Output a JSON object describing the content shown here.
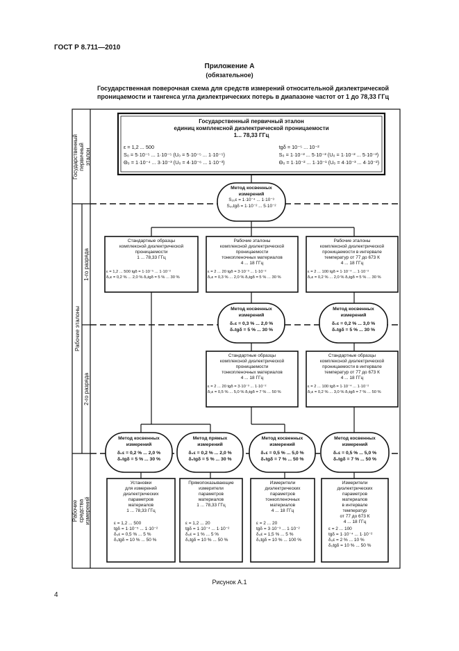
{
  "header": {
    "doc_id": "ГОСТ Р 8.711—2010"
  },
  "appendix": {
    "title": "Приложение А",
    "status": "(обязательное)"
  },
  "scheme_title": {
    "line1": "Государственная поверочная схема для средств измерений относительной диэлектрической",
    "line2": "проницаемости и тангенса угла диэлектрических потерь в диапазоне частот от 1 до 78,33 ГГц"
  },
  "levels": {
    "primary": "Государственный первичный эталон",
    "working": "Рабочие эталоны",
    "rank1": "1-го разряда",
    "rank2": "2-го разряда",
    "instruments": "Рабочие средства измерений"
  },
  "etalon": {
    "title1": "Государственный первичный эталон",
    "title2": "единиц комплексной диэлектрической проницаемости",
    "title3": "1... 78,33 ГГц",
    "row1_left": "ε = 1,2 ... 500",
    "row1_right": "tgδ = 10⁻⁵ ... 10⁻²",
    "row2_left": "S₀ = 5·10⁻⁵ ... 1·10⁻⁵   (U₀ = 5·10⁻⁵ ... 1·10⁻⁵)",
    "row2_right": "S₀ = 1·10⁻² ... 5·10⁻²   (U₀ = 1·10⁻² ... 5·10⁻²)",
    "row3_left": "Θ₀ = 1·10⁻⁴ ... 3·10⁻³   (U₀ = 4·10⁻⁶ ... 1·10⁻³)",
    "row3_right": "Θ₀ = 1·10⁻² ... 1·10⁻¹   (U₀ = 4·10⁻³ ... 4·10⁻²)"
  },
  "method_top": {
    "l1": "Метод косвенных",
    "l2": "измерений",
    "l3": "S₂₀ε = 1·10⁻⁴ ... 1·10⁻³",
    "l4": "S₂₀tgδ = 1·10⁻² ... 5·10⁻²"
  },
  "rank1_boxes": [
    {
      "lines": [
        "Стандартные образцы",
        "комплексной диэлектрической",
        "проницаемости",
        "1 ... 78,33 ГГц"
      ],
      "params": [
        "ε = 1,2 ... 500       tgδ = 1·10⁻⁵ ... 1·10⁻²",
        "δ₀ε = 0,2 % ... 2,0 %   δ₀tgδ = 5 % ... 30 %"
      ]
    },
    {
      "lines": [
        "Рабочие эталоны",
        "комплексной диэлектрической",
        "проницаемости",
        "тонкопленочных материалов",
        "4 ... 18 ГГц"
      ],
      "params": [
        "ε = 2 ... 20        tgδ = 3·10⁻³ ... 1·10⁻²",
        "δ₀ε = 0,3 % ... 2,0 %   δ₀tgδ = 5 % ... 30 %"
      ]
    },
    {
      "lines": [
        "Рабочие эталоны",
        "комплексной диэлектрической",
        "проницаемости в интервале",
        "температур от 77 до 673 К",
        "4 ... 18 ГГц"
      ],
      "params": [
        "ε = 2 ... 100       tgδ = 1·10⁻⁴ ... 1·10⁻²",
        "δ₀ε = 0,2 % ... 2,0 %   δ₀tgδ = 5 % ... 30 %"
      ]
    }
  ],
  "rank1_methods": [
    {
      "l1": "Метод косвенных",
      "l2": "измерений",
      "l3": "δ₀ε = 0,3 % ... 2,0 %",
      "l4": "δ₀tgδ = 5 % ... 30 %"
    },
    {
      "l1": "Метод косвенных",
      "l2": "измерений",
      "l3": "δ₀ε = 0,2 % ... 3,0 %",
      "l4": "δ₀tgδ = 5 % ... 30 %"
    }
  ],
  "rank2_boxes": [
    {
      "lines": [
        "Стандартные образцы",
        "комплексной диэлектрической",
        "проницаемости",
        "тонкопленочных материалов",
        "4 ... 18 ГГц"
      ],
      "params": [
        "ε = 2 ... 20        tgδ = 3·10⁻³ ... 1·10⁻²",
        "δ₀ε = 0,5 % ... 5,0 %   δ₀tgδ = 7 % ... 50 %"
      ]
    },
    {
      "lines": [
        "Стандартные образцы",
        "комплексной диэлектрической",
        "проницаемости в интервале",
        "температур от 77 до 673 К",
        "4 ... 18 ГГц"
      ],
      "params": [
        "ε = 2 ... 100       tgδ = 1·10⁻⁴ ... 1·10⁻²",
        "δ₀ε = 0,2 % ... 3,0 %   δ₀tgδ = 7 % ... 50 %"
      ]
    }
  ],
  "instr_methods": [
    {
      "l1": "Метод косвенных",
      "l2": "измерений",
      "l3": "δ₀ε = 0,2 % ... 2,0 %",
      "l4": "δ₀tgδ = 5 % ... 30 %"
    },
    {
      "l1": "Метод прямых",
      "l2": "измерений",
      "l3": "δ₀ε = 0,2 % ... 2,0 %",
      "l4": "δ₀tgδ = 5 % ... 30 %"
    },
    {
      "l1": "Метод косвенных",
      "l2": "измерений",
      "l3": "δ₀ε = 0,5 % ... 5,0 %",
      "l4": "δ₀tgδ = 7 % ... 50 %"
    },
    {
      "l1": "Метод косвенных",
      "l2": "измерений",
      "l3": "δ₀ε = 0,5 % ... 5,0 %",
      "l4": "δ₀tgδ = 7 % ... 50 %"
    }
  ],
  "instr_boxes": [
    {
      "lines": [
        "Установки",
        "для измерений",
        "диэлектрических",
        "параметров",
        "материалов",
        "1 ... 78,33 ГГц"
      ],
      "params": [
        "ε = 1,2 ... 500",
        "tgδ = 1·10⁻⁵ ... 1·10⁻²",
        "δ₀ε = 0,5 % ... 5 %",
        "δ₀tgδ = 10 % ... 50 %"
      ]
    },
    {
      "lines": [
        "Прямопоказывающие",
        "измерители",
        "параметров",
        "материалов",
        "1 ... 78,33 ГГц"
      ],
      "params": [
        "ε = 1,2 ... 20",
        "tgδ = 1·10⁻⁴ ... 1·10⁻²",
        "δ₀ε = 1 % ... 5 %",
        "δ₀tgδ = 10 % ... 50 %"
      ]
    },
    {
      "lines": [
        "Измерители",
        "диэлектрических",
        "параметров",
        "тонкопленочных",
        "материалов",
        "4 ... 18 ГГц"
      ],
      "params": [
        "ε = 2 ... 20",
        "tgδ = 3·10⁻³ ... 1·10⁻²",
        "δ₀ε = 1,5 % ... 5 %",
        "δ₀tgδ = 10 % ... 100 %"
      ]
    },
    {
      "lines": [
        "Измерители",
        "диэлектрических",
        "параметров",
        "материалов",
        "в интервале",
        "температур",
        "от 77 до 673 К",
        "4 ... 18 ГГц"
      ],
      "params": [
        "ε = 2 ... 100",
        "tgδ = 1·10⁻⁴ ... 1·10⁻²",
        "δ₀ε = 2 % ... 10 %",
        "δ₀tgδ = 10 % ... 50 %"
      ]
    }
  ],
  "caption": "Рисунок А.1",
  "page_number": "4"
}
